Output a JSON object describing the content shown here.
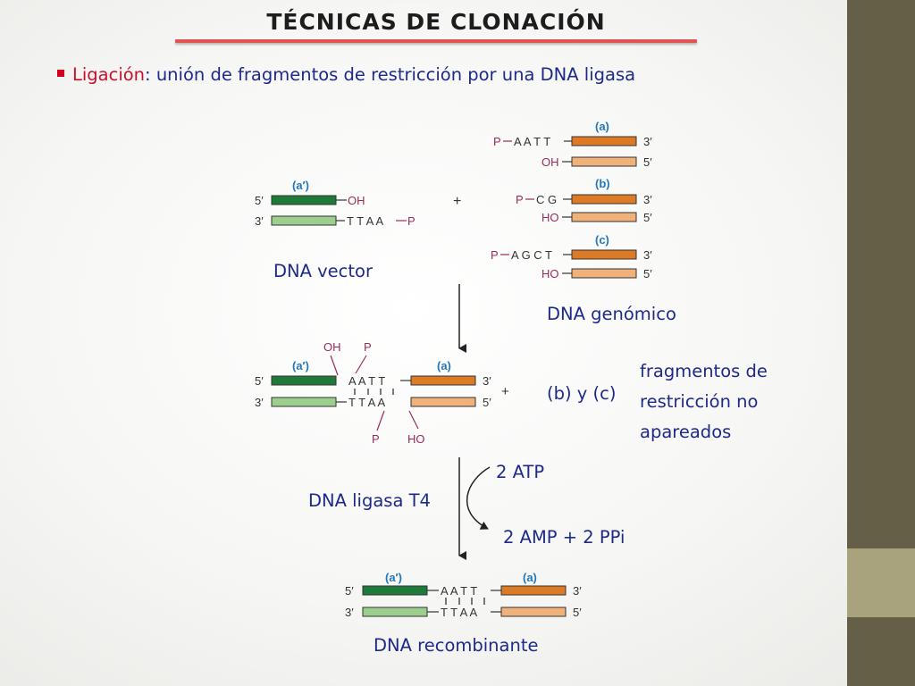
{
  "title": "TÉCNICAS DE CLONACIÓN",
  "bullet": {
    "term": "Ligación",
    "text": ": unión de fragmentos de restricción por una DNA ligasa"
  },
  "labels": {
    "vector": "DNA vector",
    "genomic": "DNA genómico",
    "bc": "(b) y (c)",
    "unpaired_1": "fragmentos de",
    "unpaired_2": "restricción no",
    "unpaired_3": "apareados",
    "ligase": "DNA ligasa T4",
    "atp": "2 ATP",
    "amp": "2 AMP + 2 PPi",
    "recombinant": "DNA recombinante"
  },
  "marks": {
    "five": "5′",
    "three": "3′",
    "a_prime": "(a′)",
    "a": "(a)",
    "b": "(b)",
    "c": "(c)",
    "oh": "OH",
    "ho": "HO",
    "p": "P",
    "plus": "+",
    "vec_bottom": "T T A A",
    "a_top": "A A T T",
    "b_top": "C G",
    "c_top": "A G C T",
    "mid_top": "A A T T",
    "mid_bottom": "T T A A",
    "rec_top": "A A T T",
    "rec_bottom": "T T A A"
  },
  "colors": {
    "vector_dark": "#1f7a3a",
    "vector_light": "#9ccf8e",
    "insert_dark": "#dd7a26",
    "insert_light": "#efb27a",
    "phosphate": "#9b2a5b",
    "band": "#665f48",
    "accent": "#a8a37d"
  }
}
